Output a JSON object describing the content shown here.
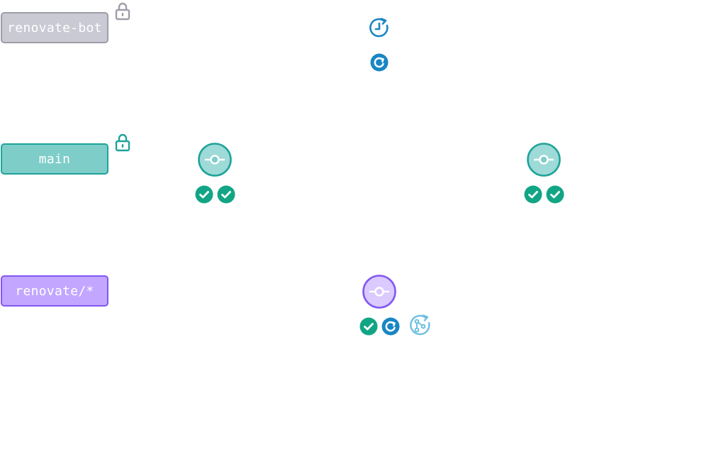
{
  "lanes": {
    "bot": {
      "label": "renovate-bot",
      "locked": true
    },
    "main": {
      "label": "main",
      "locked": true
    },
    "renovate": {
      "label": "renovate/*",
      "locked": false
    }
  },
  "colors": {
    "bot_fill": "#c9cad3",
    "bot_stroke": "#9d9ea9",
    "main_fill": "#7ecdc9",
    "main_stroke": "#1fa39a",
    "renovate_fill": "#c2a6ff",
    "renovate_stroke": "#8158f2",
    "check_green": "#11a585",
    "action_blue": "#1a86c4",
    "rebase_blue": "#6dbfe0"
  },
  "icons": [
    "lock-icon",
    "schedule-icon",
    "refresh-icon",
    "commit-icon",
    "check-icon",
    "rebase-icon"
  ]
}
